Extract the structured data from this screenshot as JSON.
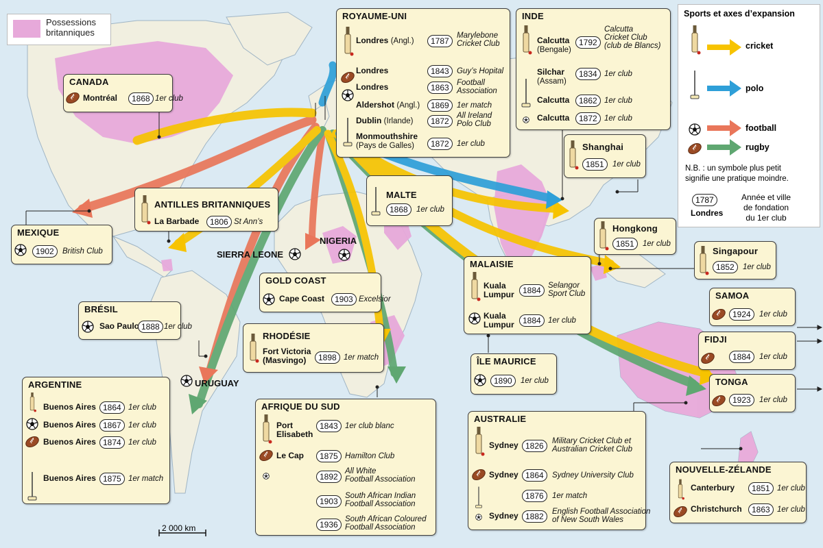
{
  "legend_possessions": {
    "label_l1": "Possessions",
    "label_l2": "britanniques",
    "color": "#e4a8d8"
  },
  "legend": {
    "title": "Sports et axes d’expansion",
    "items": [
      {
        "sport": "cricket",
        "color": "#f7c300"
      },
      {
        "sport": "polo",
        "color": "#2e9fd8"
      },
      {
        "sport": "football",
        "color": "#e9765a"
      },
      {
        "sport": "rugby",
        "color": "#5fa771"
      }
    ],
    "nb": "N.B. : un symbole plus petit signifie une pratique moindre.",
    "nb_l1": "N.B. : un symbole plus petit",
    "nb_l2": "signifie une pratique moindre.",
    "sample_year": "1787",
    "sample_city": "Londres",
    "explain_l1": "Année et ville",
    "explain_l2": "de fondation",
    "explain_l3": "du 1er club"
  },
  "scale": "2 000 km",
  "labels": {
    "sierra": "SIERRA LEONE",
    "nigeria": "NIGERIA",
    "uruguay": "URUGUAY"
  },
  "boxes": {
    "uk": {
      "title": "ROYAUME-UNI",
      "rows": [
        {
          "city": "Londres",
          "sub": "(Angl.)",
          "year": "1787",
          "note1": "Marylebone",
          "note2": "Cricket Club"
        },
        {
          "city": "Londres",
          "year": "1843",
          "note1": "Guy’s Hopital"
        },
        {
          "city": "Londres",
          "year": "1863",
          "note1": "Football",
          "note2": "Association"
        },
        {
          "city": "Aldershot",
          "sub": "(Angl.)",
          "year": "1869",
          "note1": "1er match"
        },
        {
          "city": "Dublin",
          "sub": "(Irlande)",
          "year": "1872",
          "note1": "All Ireland",
          "note2": "Polo Club"
        },
        {
          "city": "Monmouthshire",
          "city2": "(Pays de Galles)",
          "year": "1872",
          "note1": "1er club"
        }
      ]
    },
    "inde": {
      "title": "INDE",
      "rows": [
        {
          "city": "Calcutta",
          "city2": "(Bengale)",
          "year": "1792",
          "note1": "Calcutta",
          "note2": "Cricket Club",
          "note3": "(club de Blancs)"
        },
        {
          "city": "Silchar",
          "city2": "(Assam)",
          "year": "1834",
          "note1": "1er club"
        },
        {
          "city": "Calcutta",
          "year": "1862",
          "note1": "1er club"
        },
        {
          "city": "Calcutta",
          "year": "1872",
          "note1": "1er club"
        }
      ]
    },
    "canada": {
      "title": "CANADA",
      "city": "Montréal",
      "year": "1868",
      "note": "1er club"
    },
    "antilles": {
      "title": "ANTILLES BRITANNIQUES",
      "city": "La Barbade",
      "year": "1806",
      "note": "St Ann’s"
    },
    "mexique": {
      "title": "MEXIQUE",
      "year": "1902",
      "note": "British Club"
    },
    "bresil": {
      "title": "BRÉSIL",
      "city": "Sao Paulo",
      "year": "1888",
      "note": "1er club"
    },
    "argentine": {
      "title": "ARGENTINE",
      "rows": [
        {
          "city": "Buenos Aires",
          "year": "1864",
          "note": "1er club"
        },
        {
          "city": "Buenos Aires",
          "year": "1867",
          "note": "1er club"
        },
        {
          "city": "Buenos Aires",
          "year": "1874",
          "note": "1er club"
        },
        {
          "city": "Buenos Aires",
          "year": "1875",
          "note": "1er match"
        }
      ]
    },
    "malte": {
      "title": "MALTE",
      "year": "1868",
      "note": "1er club"
    },
    "goldcoast": {
      "title": "GOLD COAST",
      "city": "Cape Coast",
      "year": "1903",
      "note": "Excelsior"
    },
    "rhodesie": {
      "title": "RHODÉSIE",
      "city": "Fort Victoria",
      "city2": "(Masvingo)",
      "year": "1898",
      "note": "1er match"
    },
    "afsud": {
      "title": "AFRIQUE DU SUD",
      "rows": [
        {
          "city": "Port",
          "city2": "Elisabeth",
          "year": "1843",
          "note1": "1er club blanc"
        },
        {
          "city": "Le Cap",
          "year": "1875",
          "note1": "Hamilton Club"
        },
        {
          "year": "1892",
          "note1": "All White",
          "note2": "Football Association"
        },
        {
          "year": "1903",
          "note1": "South African Indian",
          "note2": "Football Association"
        },
        {
          "year": "1936",
          "note1": "South African Coloured",
          "note2": "Football Association"
        }
      ]
    },
    "shanghai": {
      "title": "Shanghai",
      "year": "1851",
      "note": "1er club"
    },
    "hongkong": {
      "title": "Hongkong",
      "year": "1851",
      "note": "1er club"
    },
    "singapour": {
      "title": "Singapour",
      "year": "1852",
      "note": "1er club"
    },
    "malaisie": {
      "title": "MALAISIE",
      "rows": [
        {
          "city": "Kuala",
          "city2": "Lumpur",
          "year": "1884",
          "note1": "Selangor",
          "note2": "Sport Club"
        },
        {
          "city": "Kuala",
          "city2": "Lumpur",
          "year": "1884",
          "note1": "1er club"
        }
      ]
    },
    "maurice": {
      "title": "ÎLE MAURICE",
      "year": "1890",
      "note": "1er club"
    },
    "samoa": {
      "title": "SAMOA",
      "year": "1924",
      "note": "1er club"
    },
    "fidji": {
      "title": "FIDJI",
      "year": "1884",
      "note": "1er club"
    },
    "tonga": {
      "title": "TONGA",
      "year": "1923",
      "note": "1er club"
    },
    "australie": {
      "title": "AUSTRALIE",
      "rows": [
        {
          "city": "Sydney",
          "year": "1826",
          "note1": "Military Cricket Club et",
          "note2": "Australian Cricket Club"
        },
        {
          "city": "Sydney",
          "year": "1864",
          "note1": "Sydney University Club"
        },
        {
          "year": "1876",
          "note1": "1er match"
        },
        {
          "city": "Sydney",
          "year": "1882",
          "note1": "English Football Association",
          "note2": "of New South Wales"
        }
      ]
    },
    "nz": {
      "title": "NOUVELLE-ZÉLANDE",
      "rows": [
        {
          "city": "Canterbury",
          "year": "1851",
          "note": "1er club"
        },
        {
          "city": "Christchurch",
          "year": "1863",
          "note": "1er club"
        }
      ]
    }
  }
}
